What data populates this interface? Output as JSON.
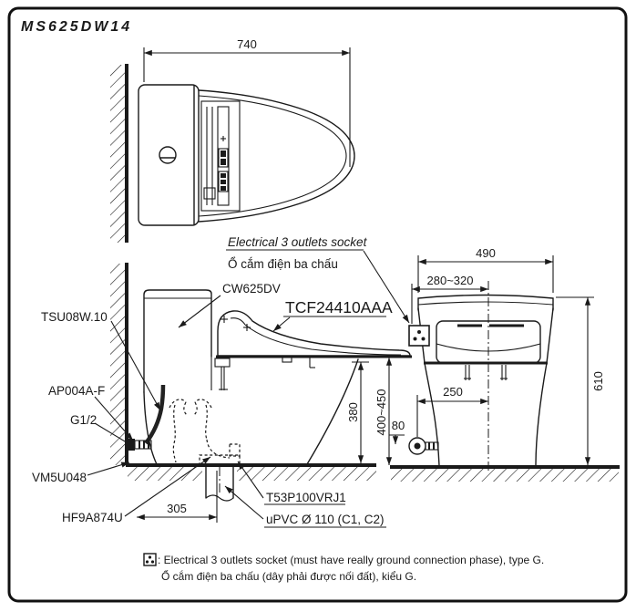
{
  "title": "MS625DW14",
  "colors": {
    "line": "#1a1a1a",
    "background": "#ffffff"
  },
  "top_view": {
    "dim_width": "740"
  },
  "annotations": {
    "socket_label_en": "Electrical 3 outlets socket",
    "socket_label_vi": "Ổ cắm điện ba chấu",
    "tank_model": "CW625DV",
    "washlet_model": "TCF24410AAA",
    "hose_model": "TSU08W.10",
    "valve_model": "AP004A-F",
    "thread_size": "G1/2",
    "seal_model": "VM5U048",
    "flange_model": "HF9A874U",
    "joint_model": "T53P100VRJ1",
    "pipe_spec": "uPVC Ø 110 (C1, C2)"
  },
  "side_view": {
    "dim_drain_offset": "305",
    "dim_rim_height": "380",
    "dim_seat_height": "400~450"
  },
  "rear_view": {
    "dim_width": "490",
    "dim_socket_offset": "280~320",
    "dim_height": "610",
    "dim_supply_offset": "250",
    "dim_supply_height": "80"
  },
  "footnote": {
    "line1": ": Electrical 3 outlets socket (must have really ground connection phase), type G.",
    "line2": "Ổ cắm điện ba chấu (dây phải được nối đất), kiểu G."
  }
}
